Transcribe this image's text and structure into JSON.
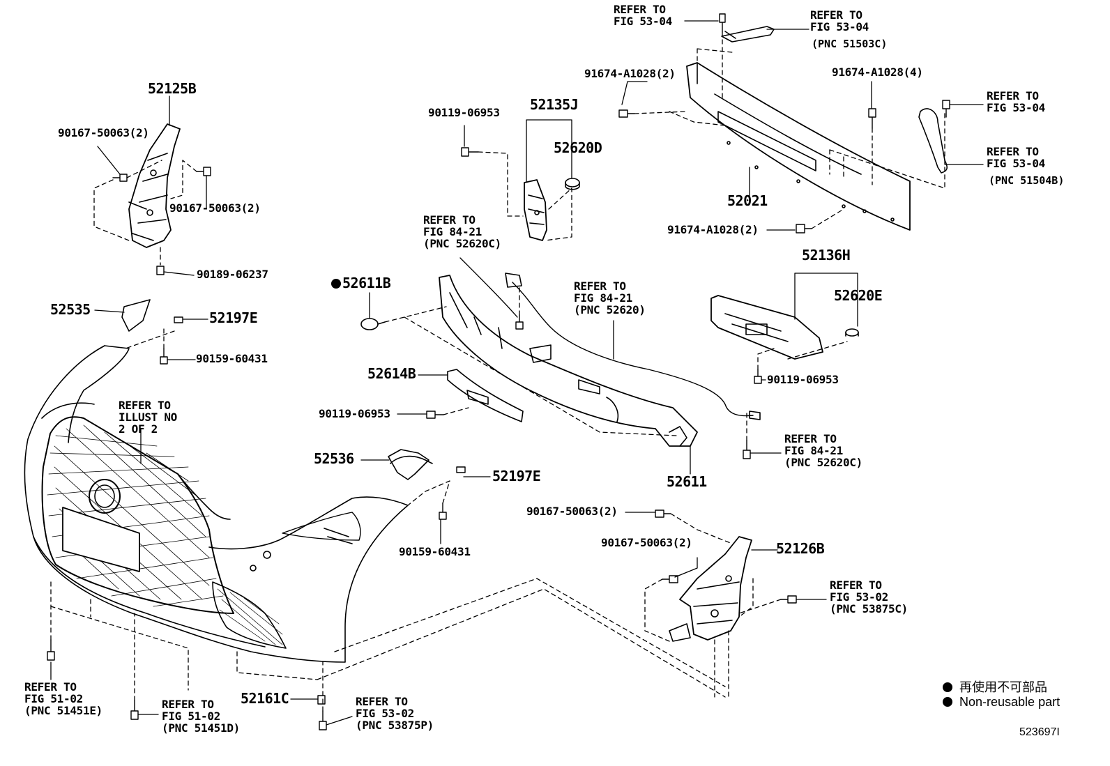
{
  "callouts": {
    "c_refer_5304_a": "REFER TO\nFIG 53-04",
    "c_refer_5304_b": "REFER TO\nFIG 53-04",
    "c_pnc_51503c": "(PNC 51503C)",
    "c_91674_2a": "91674-A1028(2)",
    "c_91674_4": "91674-A1028(4)",
    "c_refer_5304_c": "REFER TO\nFIG 53-04",
    "c_refer_5304_d": "REFER TO\nFIG 53-04",
    "c_pnc_51504b": "(PNC 51504B)",
    "c_52125b": "52125B",
    "c_90119_06953_a": "90119-06953",
    "c_52135j": "52135J",
    "c_90167_a": "90167-50063(2)",
    "c_52620d": "52620D",
    "c_90167_b": "90167-50063(2)",
    "c_52021": "52021",
    "c_91674_2b": "91674-A1028(2)",
    "c_refer_8421_a": "REFER TO\nFIG 84-21\n(PNC 52620C)",
    "c_52136h": "52136H",
    "c_90189": "90189-06237",
    "c_52611b": "52611B",
    "c_refer_8421_b": "REFER TO\nFIG 84-21\n(PNC 52620)",
    "c_52620e": "52620E",
    "c_52535": "52535",
    "c_52197e_a": "52197E",
    "c_90159_a": "90159-60431",
    "c_refer_illust": "REFER TO\nILLUST NO\n2 OF 2",
    "c_52614b": "52614B",
    "c_90119_06953_b": "90119-06953",
    "c_90119_06953_c": "90119-06953",
    "c_refer_8421_c": "REFER TO\nFIG 84-21\n(PNC 52620C)",
    "c_52536": "52536",
    "c_52611": "52611",
    "c_52197e_b": "52197E",
    "c_90167_c": "90167-50063(2)",
    "c_90167_d": "90167-50063(2)",
    "c_52126b": "52126B",
    "c_90159_b": "90159-60431",
    "c_refer_5302_a": "REFER TO\nFIG 53-02\n(PNC 53875C)",
    "c_refer_5102_a": "REFER TO\nFIG 51-02\n(PNC 51451E)",
    "c_refer_5102_b": "REFER TO\nFIG 51-02\n(PNC 51451D)",
    "c_52161c": "52161C",
    "c_refer_5302_b": "REFER TO\nFIG 53-02\n(PNC 53875P)"
  },
  "legend": {
    "non_reusable_jp": "再使用不可部品",
    "non_reusable_en": "Non-reusable part"
  },
  "figure_id": "523697I"
}
